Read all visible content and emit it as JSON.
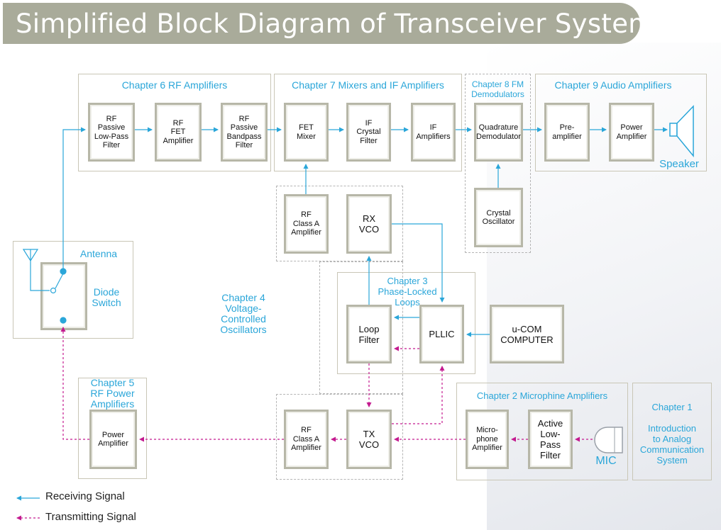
{
  "title": "Simplified Block Diagram of Transceiver System",
  "groups": {
    "ch6": "Chapter 6 RF Amplifiers",
    "ch7": "Chapter 7 Mixers and IF Amplifiers",
    "ch8": "Chapter 8 FM\nDemodulators",
    "ch9": "Chapter 9 Audio Amplifiers",
    "antenna": "Antenna",
    "diode_switch": "Diode\nSwitch",
    "ch4": "Chapter 4\nVoltage-\nControlled\nOscillators",
    "ch3": "Chapter 3\nPhase-Locked\nLoops",
    "ch5": "Chapter 5\nRF Power\nAmplifiers",
    "ch2": "Chapter 2 Microphine Amplifiers",
    "ch1_title": "Chapter 1",
    "ch1_body": "Introduction\nto Analog\nCommunication\nSystem"
  },
  "blocks": {
    "rf_lpf": "RF\nPassive\nLow-Pass\nFilter",
    "rf_fet_amp": "RF\nFET\nAmplifier",
    "rf_bpf": "RF\nPassive\nBandpass\nFilter",
    "fet_mixer": "FET\nMixer",
    "if_crystal_filter": "IF\nCrystal\nFilter",
    "if_amplifiers": "IF\nAmplifiers",
    "quadrature_demod": "Quadrature\nDemodulator",
    "pre_amp": "Pre-\namplifier",
    "power_amp_audio": "Power\nAmplifier",
    "crystal_osc": "Crystal\nOscillator",
    "rx_rf_class_a": "RF\nClass A\nAmplifier",
    "rx_vco": "RX\nVCO",
    "loop_filter": "Loop\nFilter",
    "pllic": "PLLIC",
    "ucom": "u-COM\nCOMPUTER",
    "tx_rf_class_a": "RF\nClass A\nAmplifier",
    "tx_vco": "TX\nVCO",
    "mic_amp": "Micro-\nphone\nAmplifier",
    "active_lpf": "Active\nLow-\nPass\nFilter",
    "rf_power_amp": "Power\nAmplifier"
  },
  "labels": {
    "speaker": "Speaker",
    "mic": "MIC"
  },
  "legend": {
    "receiving": "Receiving Signal",
    "transmitting": "Transmitting Signal"
  },
  "colors": {
    "receive": "#2aa6d9",
    "transmit": "#c41a8f",
    "block_border": "#b7b7a8"
  },
  "icons": [
    "antenna-icon",
    "speaker-icon",
    "microphone-icon"
  ]
}
